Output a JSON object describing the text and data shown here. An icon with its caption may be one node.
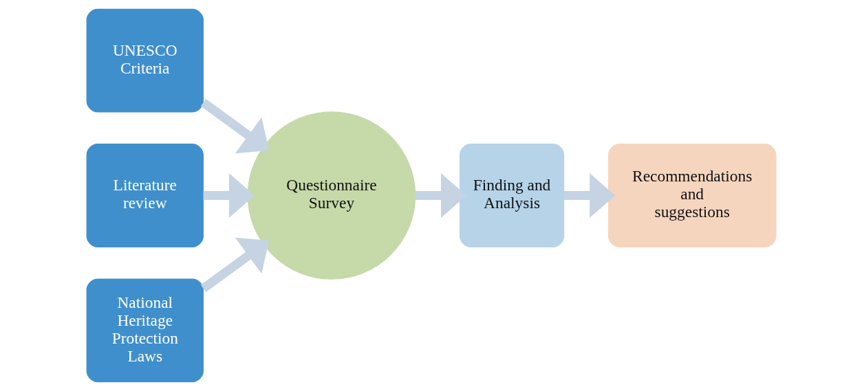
{
  "diagram": {
    "nodes": [
      {
        "text": [
          "UNESCO Criteria"
        ]
      },
      {
        "text": [
          "Literature review"
        ]
      },
      {
        "text": [
          "National Heritage Protection Laws"
        ]
      },
      {
        "text": [
          "Questionnaire Survey"
        ]
      },
      {
        "text": [
          "Finding and Analysis"
        ]
      },
      {
        "text": [
          "Recommendations and suggestions"
        ]
      }
    ],
    "edges": [
      {
        "from": 0,
        "to": 3,
        "arrow": "to"
      },
      {
        "from": 1,
        "to": 3,
        "arrow": "to"
      },
      {
        "from": 2,
        "to": 3,
        "arrow": "to"
      },
      {
        "from": 3,
        "to": 4,
        "arrow": "to"
      },
      {
        "from": 4,
        "to": 5,
        "arrow": "to"
      }
    ]
  }
}
